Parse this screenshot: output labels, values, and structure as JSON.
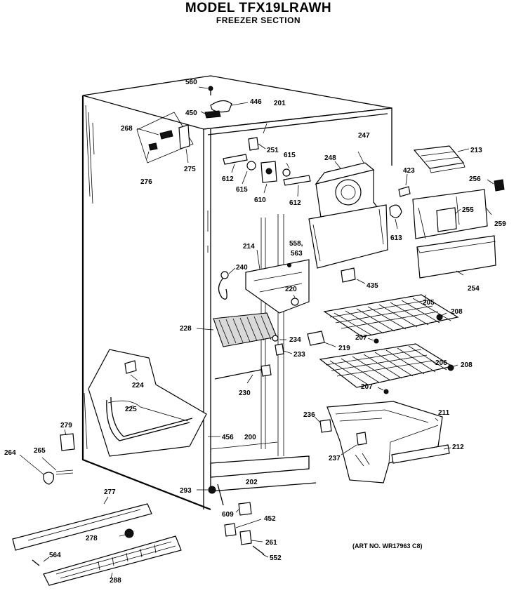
{
  "header": {
    "model": "MODEL TFX19LRAWH",
    "section": "FREEZER SECTION"
  },
  "art_no": "(ART NO. WR17963 C8)",
  "part_labels": {
    "p560": "560",
    "p446": "446",
    "p450": "450",
    "p201": "201",
    "p268": "268",
    "p276": "276",
    "p275": "275",
    "p251": "251",
    "p615a": "615",
    "p615b": "615",
    "p612a": "612",
    "p612b": "612",
    "p610": "610",
    "p248": "248",
    "p247": "247",
    "p213": "213",
    "p423": "423",
    "p256": "256",
    "p255": "255",
    "p259": "259",
    "p613": "613",
    "p558": "558,",
    "p563": "563",
    "p214": "214",
    "p240": "240",
    "p220": "220",
    "p435": "435",
    "p254": "254",
    "p205": "205",
    "p208a": "208",
    "p207a": "207",
    "p228": "228",
    "p234": "234",
    "p219": "219",
    "p233": "233",
    "p206": "206",
    "p208b": "208",
    "p207b": "207",
    "p224": "224",
    "p230": "230",
    "p225": "225",
    "p211": "211",
    "p236": "236",
    "p279": "279",
    "p456": "456",
    "p200": "200",
    "p212": "212",
    "p264": "264",
    "p265": "265",
    "p237": "237",
    "p202": "202",
    "p277": "277",
    "p293": "293",
    "p609": "609",
    "p452": "452",
    "p278": "278",
    "p261": "261",
    "p564": "564",
    "p552": "552",
    "p288": "288"
  }
}
